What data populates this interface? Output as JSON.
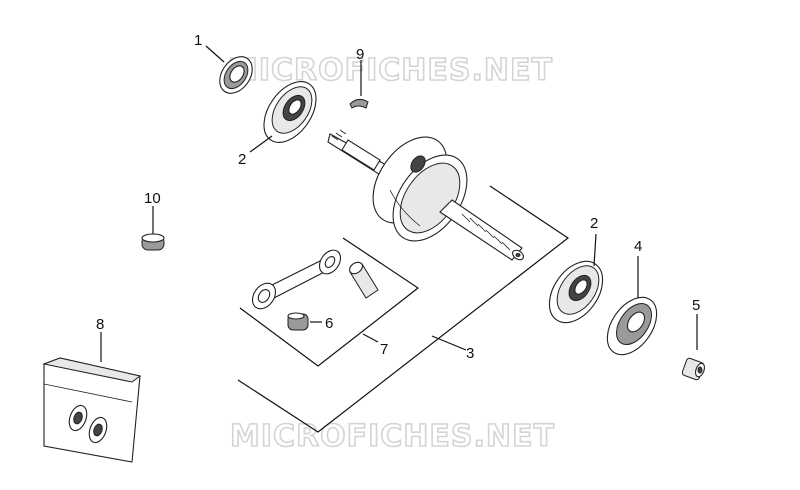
{
  "watermark": {
    "top": "MICROFICHES.NET",
    "bottom": "MICROFICHES.NET"
  },
  "callouts": {
    "c1": "1",
    "c2a": "2",
    "c2b": "2",
    "c3": "3",
    "c4": "4",
    "c5": "5",
    "c6": "6",
    "c7": "7",
    "c8": "8",
    "c9": "9",
    "c10": "10"
  }
}
